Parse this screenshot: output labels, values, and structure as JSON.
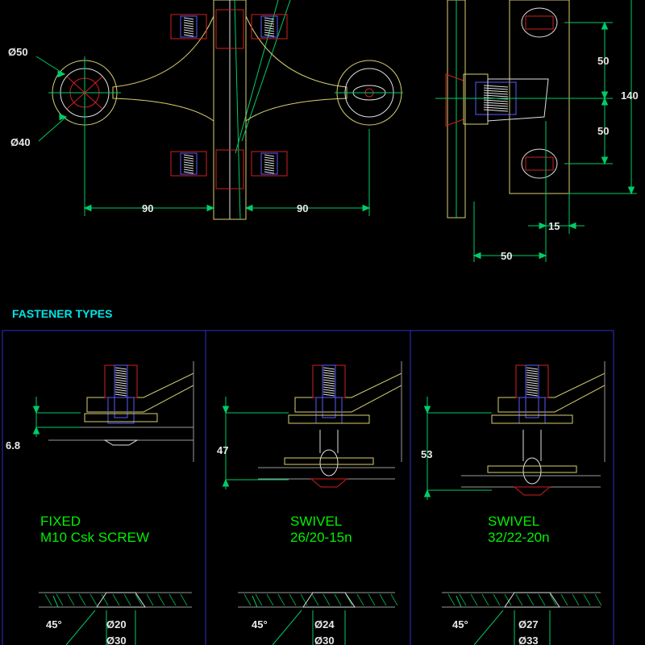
{
  "colors": {
    "background": "#000000",
    "part_yellow": "#d8d070",
    "thread_white": "#e0e0e0",
    "bolt_blue": "#5a5aff",
    "gasket_red": "#d02020",
    "dimension_green": "#00cc66",
    "panel_blue": "#3030d0",
    "glass_gray": "#9a9a9a",
    "hatch_green": "#00a040"
  },
  "labels": {
    "dia_outer": "Ø50",
    "dia_inner": "Ø40",
    "arm_left": "90",
    "arm_right": "90",
    "hole_top": "50",
    "hole_bottom": "50",
    "plate_height": "140",
    "plate_offset": "15",
    "total_depth": "50"
  },
  "section_title": "FASTENER TYPES",
  "fasteners": [
    {
      "name": "FIXED",
      "spec": "M10 Csk SCREW",
      "height_dim": "6.8",
      "angle": "45°",
      "dia_small": "Ø20",
      "dia_large": "Ø30"
    },
    {
      "name": "SWIVEL",
      "spec": "26/20-15n",
      "height_dim": "47",
      "angle": "45°",
      "dia_small": "Ø24",
      "dia_large": "Ø30"
    },
    {
      "name": "SWIVEL",
      "spec": "32/22-20n",
      "height_dim": "53",
      "angle": "45°",
      "dia_small": "Ø27",
      "dia_large": "Ø33"
    }
  ]
}
